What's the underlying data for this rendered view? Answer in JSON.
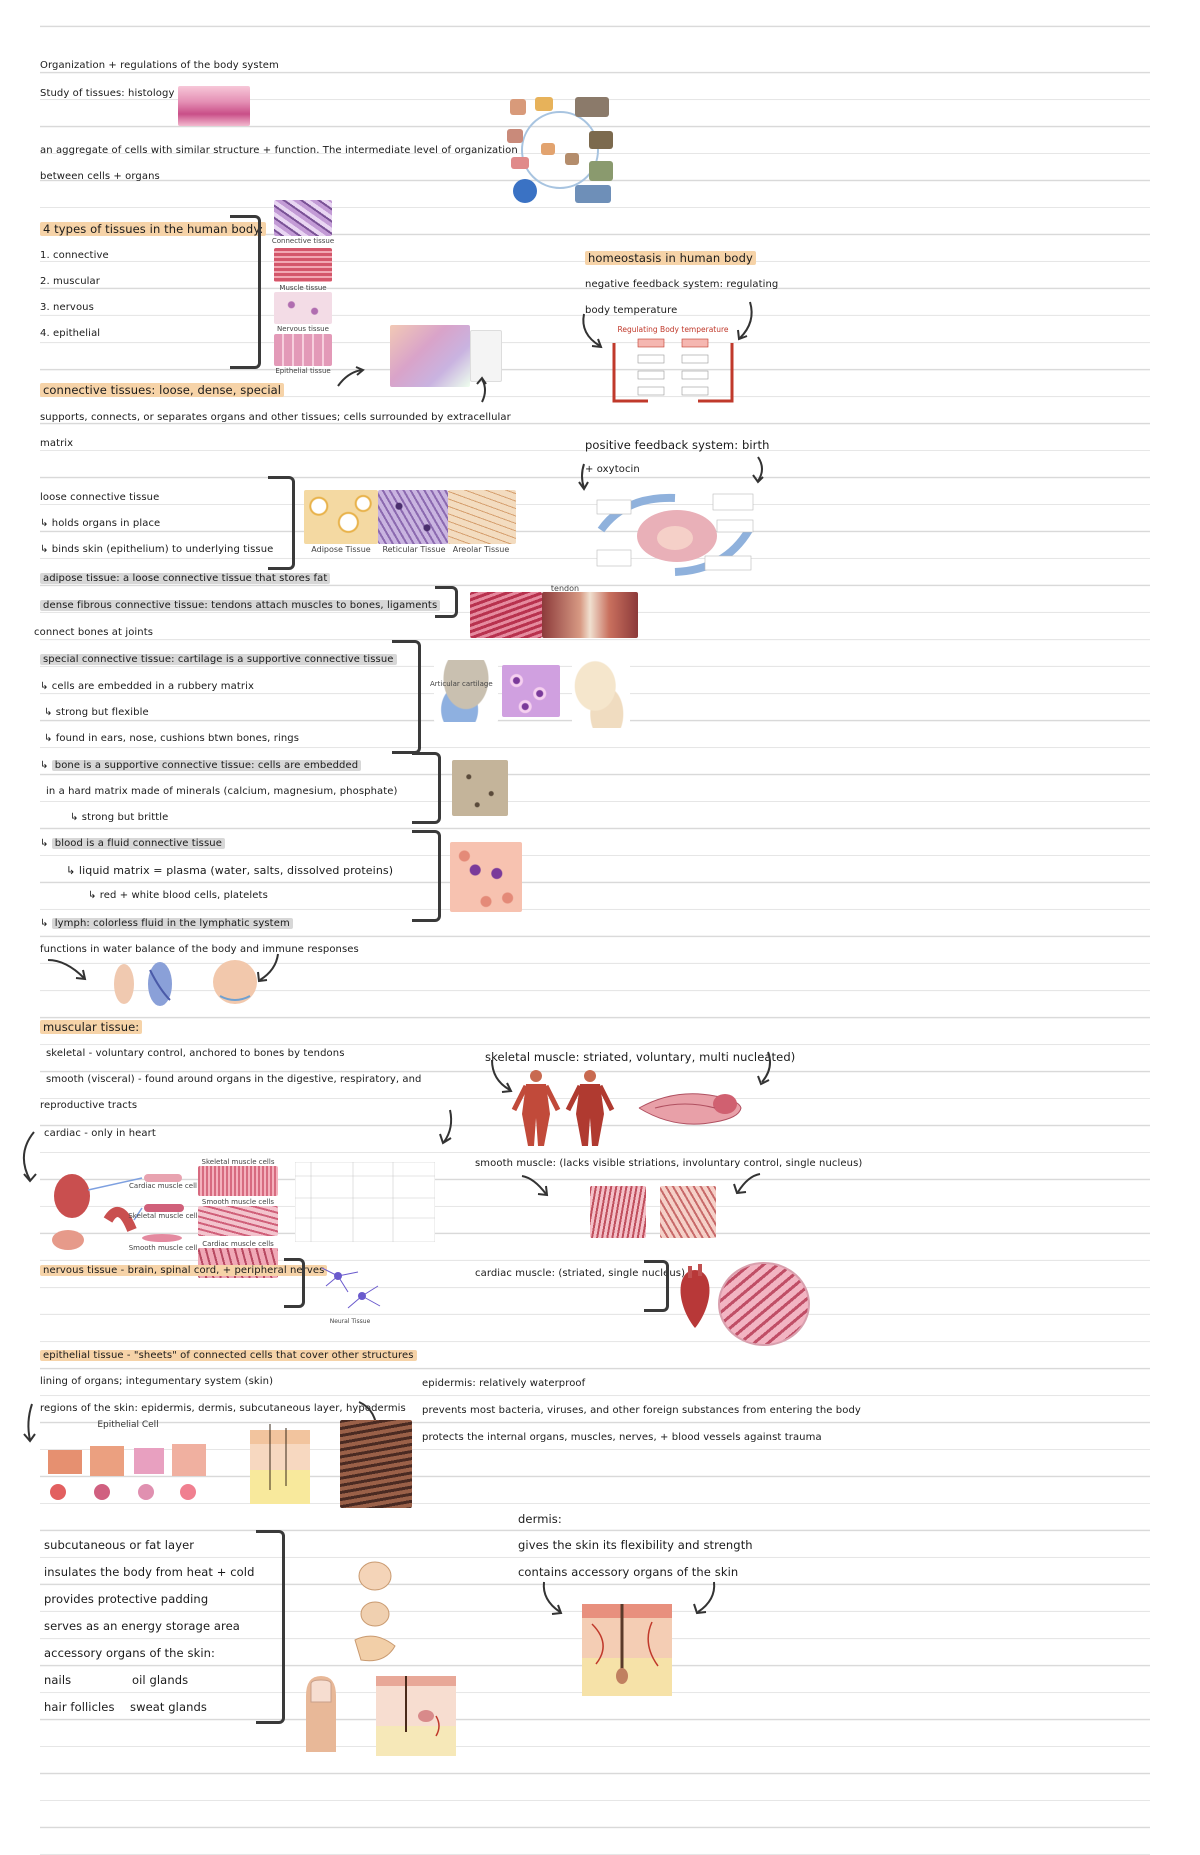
{
  "notes": {
    "title": "Organization + regulations of the body system",
    "histology": "Study of tissues: histology",
    "definition_1": "an aggregate of cells with similar structure + function. The intermediate level of organization",
    "definition_2": "between cells + organs",
    "types_header": "4 types of tissues in the human body:",
    "types": [
      "1. connective",
      "2. muscular",
      "3. nervous",
      "4. epithelial"
    ],
    "tissue_caps": [
      "Connective tissue",
      "Muscle tissue",
      "Nervous tissue",
      "Epithelial tissue"
    ],
    "connective_header": "connective tissues: loose, dense, special",
    "connective_desc_1": "supports, connects, or separates organs and other tissues; cells surrounded by extracellular",
    "connective_desc_2": "matrix",
    "loose_1": "loose connective tissue",
    "loose_2": "holds organs in place",
    "loose_3": "binds skin (epithelium) to underlying tissue",
    "loose_caps": [
      "Adipose Tissue",
      "Reticular Tissue",
      "Areolar Tissue"
    ],
    "adipose": "adipose tissue: a loose connective tissue that stores fat",
    "dense": "dense fibrous connective tissue: tendons attach muscles to bones, ligaments",
    "dense_2": "connect bones at joints",
    "tendon_label": "tendon",
    "special_1": "special connective tissue: cartilage is a supportive connective tissue",
    "special_2": "cells are embedded in a rubbery matrix",
    "special_3": "strong but flexible",
    "special_4": "found in ears, nose, cushions btwn bones, rings",
    "cartilage_label": "Articular cartilage",
    "bone_1": "bone is a supportive connective tissue: cells are embedded",
    "bone_2": "in a hard matrix made of minerals (calcium, magnesium, phosphate)",
    "bone_3": "strong but brittle",
    "blood_1": "blood is a fluid connective tissue",
    "blood_2": "liquid matrix = plasma (water, salts, dissolved proteins)",
    "blood_3": "red + white blood cells, platelets",
    "lymph_1": "lymph: colorless fluid in the lymphatic system",
    "lymph_2": "functions in water balance of the body and immune responses",
    "homeostasis": "homeostasis in human body",
    "neg_feedback_1": "negative feedback system: regulating",
    "neg_feedback_2": "body temperature",
    "reg_temp_title": "Regulating Body temperature",
    "pos_feedback": "positive feedback system: birth",
    "oxytocin": "+ oxytocin",
    "muscular_header": "muscular tissue:",
    "musc_1": "skeletal - voluntary control, anchored to bones by tendons",
    "musc_2": "smooth (visceral) - found around organs in the digestive, respiratory, and",
    "musc_3": "reproductive tracts",
    "musc_4": "cardiac - only in heart",
    "muscle_cell_caps": [
      "Cardiac muscle cell",
      "Skeletal muscle cell",
      "Smooth muscle cell"
    ],
    "muscle_tissue_caps": [
      "Skeletal muscle cells",
      "Smooth muscle cells",
      "Cardiac muscle cells"
    ],
    "skeletal_muscle": "skeletal muscle: striated, voluntary, multi nucleated)",
    "smooth_muscle": "smooth muscle: (lacks visible striations, involuntary control, single nucleus)",
    "cardiac_muscle": "cardiac muscle: (striated, single nucleus)",
    "nervous_tissue": "nervous tissue - brain, spinal cord, + peripheral nerves",
    "neural_label": "Neural Tissue",
    "epithelial_header": "epithelial tissue - \"sheets\" of connected cells that cover other structures",
    "epi_1": "lining of organs; integumentary system (skin)",
    "epi_2": "regions of the skin: epidermis, dermis, subcutaneous layer, hypodermis",
    "epithelial_cell": "Epithelial Cell",
    "epidermis_1": "epidermis: relatively waterproof",
    "epidermis_2": "prevents most bacteria, viruses, and other foreign substances from entering the body",
    "epidermis_3": "protects the internal organs, muscles, nerves, + blood vessels against trauma",
    "dermis_header": "dermis:",
    "dermis_1": "gives the skin its flexibility and strength",
    "dermis_2": "contains accessory organs of the skin",
    "subq_1": "subcutaneous or fat layer",
    "subq_2": "insulates the body from heat + cold",
    "subq_3": "provides protective padding",
    "subq_4": "serves as an energy storage area",
    "subq_5": "accessory organs of the skin:",
    "subq_6a": "nails",
    "subq_6b": "oil glands",
    "subq_7a": "hair follicles",
    "subq_7b": "sweat glands"
  },
  "colors": {
    "highlight": "#f6d3a8",
    "ink": "#1a1a1a",
    "bracket": "#3a3a3a"
  }
}
